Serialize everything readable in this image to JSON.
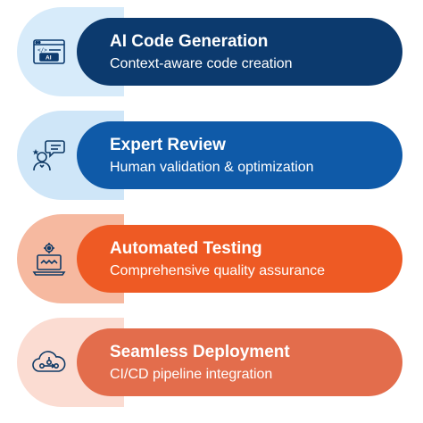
{
  "steps": [
    {
      "title": "AI Code Generation",
      "subtitle": "Context-aware code creation",
      "icon": "code-window-icon",
      "pill_color": "#0c3a6e",
      "tab_color": "#d7ebfa"
    },
    {
      "title": "Expert Review",
      "subtitle": "Human validation & optimization",
      "icon": "reviewer-icon",
      "pill_color": "#0f5aa8",
      "tab_color": "#cfe6f8"
    },
    {
      "title": "Automated Testing",
      "subtitle": "Comprehensive quality assurance",
      "icon": "laptop-testing-icon",
      "pill_color": "#ee5a24",
      "tab_color": "#f6b9a0"
    },
    {
      "title": "Seamless Deployment",
      "subtitle": "CI/CD pipeline integration",
      "icon": "cloud-pipeline-icon",
      "pill_color": "#e36d4c",
      "tab_color": "#fbdcd2"
    }
  ],
  "icon_labels": {
    "code_tag": "</>",
    "ai_badge": "AI"
  }
}
